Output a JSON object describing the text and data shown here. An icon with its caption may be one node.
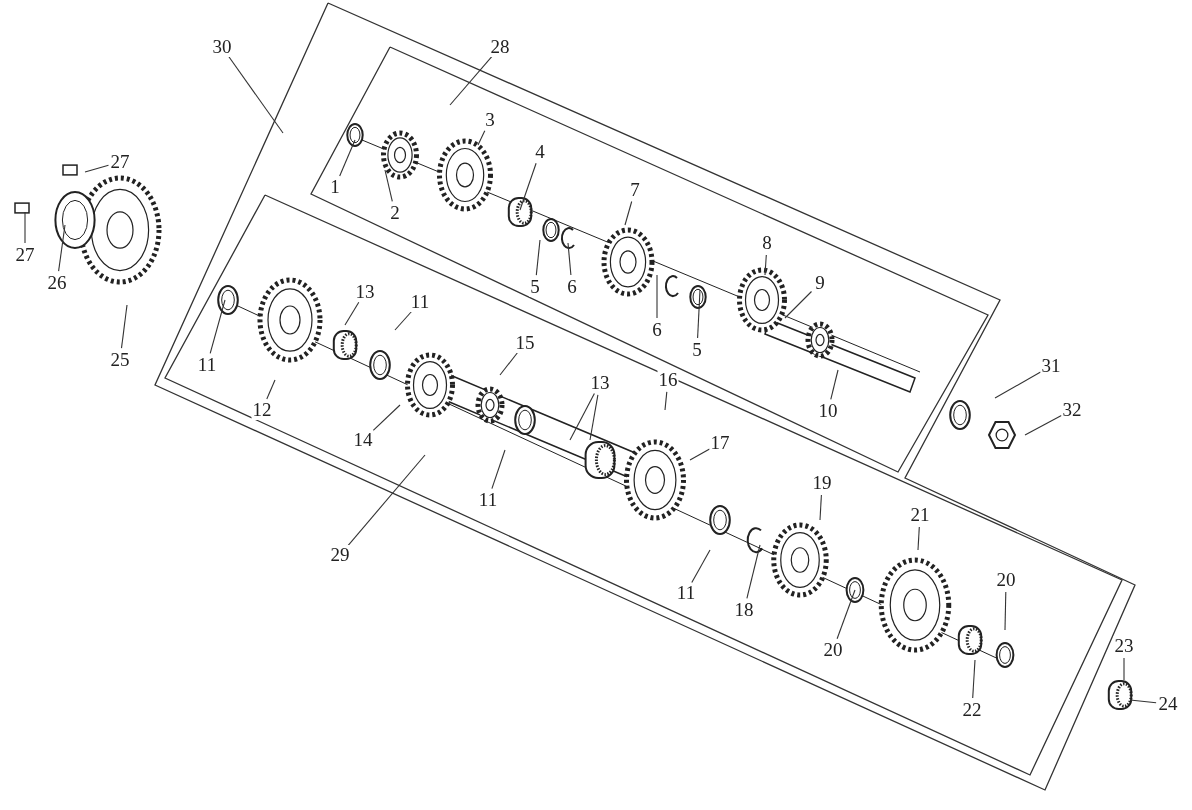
{
  "diagram": {
    "nodes": [
      {
        "text": [
          "30"
        ]
      },
      {
        "text": [
          "28"
        ]
      },
      {
        "text": [
          "3"
        ]
      },
      {
        "text": [
          "4"
        ]
      },
      {
        "text": [
          "27"
        ]
      },
      {
        "text": [
          "1"
        ]
      },
      {
        "text": [
          "7"
        ]
      },
      {
        "text": [
          "2"
        ]
      },
      {
        "text": [
          "27"
        ]
      },
      {
        "text": [
          "8"
        ]
      },
      {
        "text": [
          "26"
        ]
      },
      {
        "text": [
          "9"
        ]
      },
      {
        "text": [
          "5"
        ]
      },
      {
        "text": [
          "6"
        ]
      },
      {
        "text": [
          "6"
        ]
      },
      {
        "text": [
          "5"
        ]
      },
      {
        "text": [
          "13"
        ]
      },
      {
        "text": [
          "11"
        ]
      },
      {
        "text": [
          "15"
        ]
      },
      {
        "text": [
          "25"
        ]
      },
      {
        "text": [
          "11"
        ]
      },
      {
        "text": [
          "31"
        ]
      },
      {
        "text": [
          "16"
        ]
      },
      {
        "text": [
          "13"
        ]
      },
      {
        "text": [
          "12"
        ]
      },
      {
        "text": [
          "10"
        ]
      },
      {
        "text": [
          "32"
        ]
      },
      {
        "text": [
          "14"
        ]
      },
      {
        "text": [
          "17"
        ]
      },
      {
        "text": [
          "19"
        ]
      },
      {
        "text": [
          "11"
        ]
      },
      {
        "text": [
          "21"
        ]
      },
      {
        "text": [
          "29"
        ]
      },
      {
        "text": [
          "20"
        ]
      },
      {
        "text": [
          "11"
        ]
      },
      {
        "text": [
          "18"
        ]
      },
      {
        "text": [
          "23"
        ]
      },
      {
        "text": [
          "20"
        ]
      },
      {
        "text": [
          "24"
        ]
      },
      {
        "text": [
          "22"
        ]
      }
    ],
    "edges": [
      {
        "from": 0,
        "to": null,
        "arrow": "none"
      },
      {
        "from": 1,
        "to": null,
        "arrow": "none"
      },
      {
        "from": 2,
        "to": null,
        "arrow": "none"
      },
      {
        "from": 3,
        "to": null,
        "arrow": "none"
      },
      {
        "from": 4,
        "to": null,
        "arrow": "none"
      },
      {
        "from": 5,
        "to": null,
        "arrow": "none"
      },
      {
        "from": 6,
        "to": null,
        "arrow": "none"
      },
      {
        "from": 7,
        "to": null,
        "arrow": "none"
      },
      {
        "from": 8,
        "to": null,
        "arrow": "none"
      },
      {
        "from": 9,
        "to": null,
        "arrow": "none"
      },
      {
        "from": 10,
        "to": null,
        "arrow": "none"
      },
      {
        "from": 11,
        "to": null,
        "arrow": "none"
      },
      {
        "from": 12,
        "to": null,
        "arrow": "none"
      },
      {
        "from": 13,
        "to": null,
        "arrow": "none"
      },
      {
        "from": 14,
        "to": null,
        "arrow": "none"
      },
      {
        "from": 15,
        "to": null,
        "arrow": "none"
      },
      {
        "from": 16,
        "to": null,
        "arrow": "none"
      },
      {
        "from": 17,
        "to": null,
        "arrow": "none"
      },
      {
        "from": 18,
        "to": null,
        "arrow": "none"
      },
      {
        "from": 19,
        "to": null,
        "arrow": "none"
      },
      {
        "from": 20,
        "to": null,
        "arrow": "none"
      },
      {
        "from": 21,
        "to": null,
        "arrow": "none"
      },
      {
        "from": 22,
        "to": null,
        "arrow": "none"
      },
      {
        "from": 23,
        "to": null,
        "arrow": "none"
      },
      {
        "from": 23,
        "to": null,
        "arrow": "none"
      },
      {
        "from": 24,
        "to": null,
        "arrow": "none"
      },
      {
        "from": 25,
        "to": null,
        "arrow": "none"
      },
      {
        "from": 26,
        "to": null,
        "arrow": "none"
      },
      {
        "from": 27,
        "to": null,
        "arrow": "none"
      },
      {
        "from": 28,
        "to": null,
        "arrow": "none"
      },
      {
        "from": 29,
        "to": null,
        "arrow": "none"
      },
      {
        "from": 30,
        "to": null,
        "arrow": "none"
      },
      {
        "from": 31,
        "to": null,
        "arrow": "none"
      },
      {
        "from": 32,
        "to": null,
        "arrow": "none"
      },
      {
        "from": 33,
        "to": null,
        "arrow": "none"
      },
      {
        "from": 34,
        "to": null,
        "arrow": "none"
      },
      {
        "from": 35,
        "to": null,
        "arrow": "none"
      },
      {
        "from": 36,
        "to": null,
        "arrow": "none"
      },
      {
        "from": 37,
        "to": null,
        "arrow": "none"
      },
      {
        "from": 38,
        "to": null,
        "arrow": "none"
      },
      {
        "from": 39,
        "to": null,
        "arrow": "none"
      }
    ]
  }
}
